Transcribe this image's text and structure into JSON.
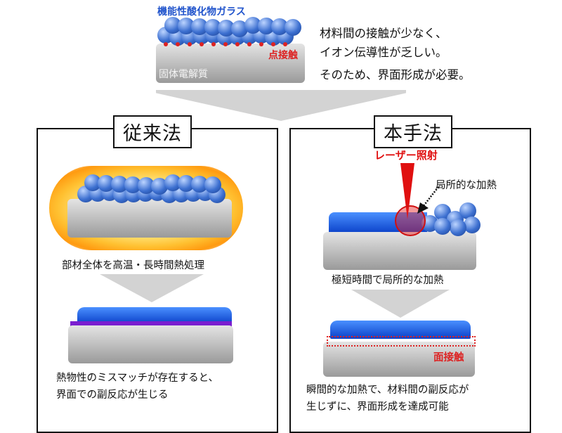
{
  "top": {
    "glass_label": "機能性酸化物ガラス",
    "contact_label": "点接触",
    "electrolyte_label": "固体電解質",
    "notes": [
      "材料間の接触が少なく、",
      "イオン伝導性が乏しい。",
      "そのため、界面形成が必要。"
    ]
  },
  "conventional": {
    "title": "従来法",
    "step1": "部材全体を高温・長時間熱処理",
    "result": [
      "熱物性のミスマッチが存在すると、",
      "界面での副反応が生じる"
    ]
  },
  "proposed": {
    "title": "本手法",
    "laser_label": "レーザー照射",
    "local_heat_label": "局所的な加熱",
    "step1": "極短時間で局所的な加熱",
    "contact_label": "面接触",
    "result": [
      "瞬間的な加熱で、材料間の副反応が",
      "生じずに、界面形成を達成可能"
    ]
  },
  "colors": {
    "glass": "#2255cc",
    "contact": "#dd2222",
    "laser": "#e01010"
  }
}
